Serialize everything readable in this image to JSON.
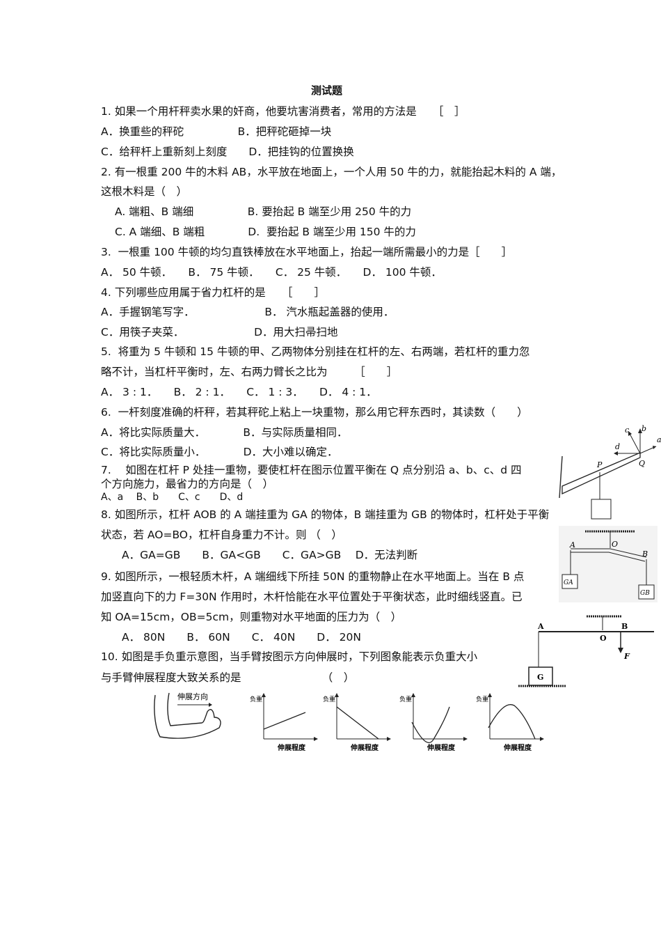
{
  "title": "测试题",
  "lines": [
    "1. 如果一个用杆秤卖水果的奸商，他要坑害消费者，常用的方法是　　［　］",
    "A．换重些的秤砣　　　　　B．把秤砣砸掉一块",
    "C．给秤杆上重新刻上刻度　　D．把挂钩的位置换换",
    "2. 有一根重 200 牛的木料 AB，水平放在地面上，一个人用 50 牛的力，就能抬起木料的 A 端，",
    "这根木料是（　）",
    "A. 端粗、B 端细　　　　　B. 要抬起 B 端至少用 250 牛的力",
    "C. A 端细、B 端粗　　　　D.  要抬起 B 端至少用 150 牛的力",
    "3.  一根重 100 牛顿的均匀直铁棒放在水平地面上，抬起一端所需最小的力是［　　］",
    "A． 50 牛顿．　　B． 75 牛顿．　　C． 25 牛顿．　　D． 100 牛顿．",
    "4. 下列哪些应用属于省力杠杆的是　　［　　］",
    "A．手握钢笔写字．　　　　　　　B． 汽水瓶起盖器的使用．",
    "C．用筷子夹菜．　　　　　　　D．用大扫帚扫地",
    "5.  将重为 5 牛顿和 15 牛顿的甲、乙两物体分别挂在杠杆的左、右两端，若杠杆的重力忽",
    "略不计，当杠杆平衡时，左、右两力臂长之比为　　　［　　］",
    "A． 3 : 1．　　B． 2 : 1．　　C． 1 : 3．　　D． 4 : 1．",
    "6.  一杆刻度准确的杆秤，若其秤砣上粘上一块重物，那么用它秤东西时，其读数（　　）",
    "A．将比实际质量大．　　　　B．与实际质量相同．",
    "C．将比实际质量小．　　　　D．大小难以确定．",
    "7.　 如图在杠杆 P 处挂一重物，要使杠杆在图示位置平衡在 Q 点分别沿 a、b、c、d 四",
    "个方向施力，最省力的方向是（　）",
    "A、a　 B、b　　C、c　　D、d",
    "8. 如图所示，杠杆 AOB 的 A 端挂重为 GA 的物体，B 端挂重为 GB 的物体时，杠杆处于平衡",
    "状态，若 AO=BO，杠杆自身重力不计。则 （　）",
    "A．GA=GB　　B．GA<GB　　C．GA>GB　 D．无法判断",
    "9. 如图所示，一根轻质木杆，A 端细线下所挂 50N 的重物静止在水平地面上。当在 B 点",
    "加竖直向下的力 F=30N 作用时，木杆恰能在水平位置处于平衡状态，此时细线竖直。已",
    "知 OA=15cm，OB=5cm，则重物对水平地面的压力为（　）",
    "A． 80N　　B． 60N　　C． 40N　　D． 20N",
    "10. 如图是手负重示意图，当手臂按图示方向伸展时，下列图象能表示负重大小",
    "与手臂伸展程度大致关系的是　　　　　　　　（　）"
  ],
  "figures": {
    "q7": {
      "labels": [
        "a",
        "b",
        "c",
        "d",
        "P",
        "Q"
      ]
    },
    "q8": {
      "labels": [
        "A",
        "O",
        "B",
        "GA",
        "GB"
      ]
    },
    "q9": {
      "labels": [
        "A",
        "O",
        "B",
        "F",
        "G"
      ]
    },
    "q10": {
      "arm_label": "伸展方向",
      "y_label": "负重",
      "x_label": "伸展程度"
    }
  }
}
